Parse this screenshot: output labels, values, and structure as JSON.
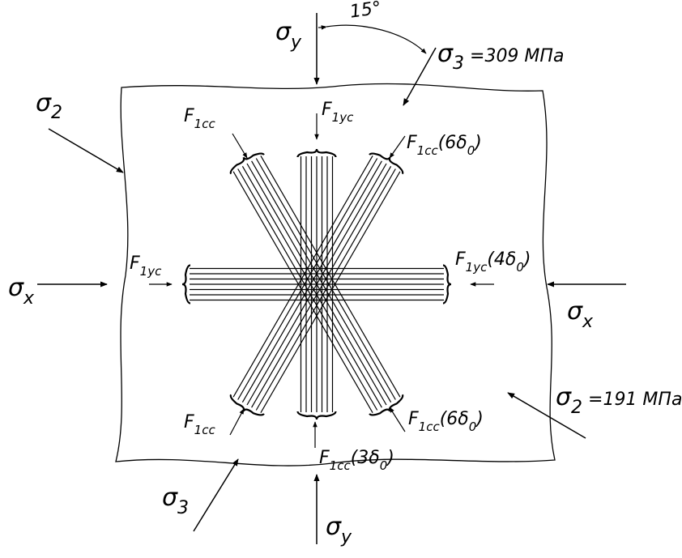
{
  "labels": {
    "sigma": "σ",
    "sub_y": "y",
    "sub_x": "x",
    "sub_2": "2",
    "sub_3": "3",
    "angle": "15°",
    "sigma3_value": " =309 МПа",
    "sigma2_value": " =191 МПа",
    "F": "F",
    "sub_1yc": "1yc",
    "sub_1cc": "1cc",
    "delta_6": "(6δ",
    "delta_4": "(4δ",
    "delta_3": "(3δ",
    "delta_sub0": "0",
    "paren_close": ")"
  },
  "colors": {
    "ink": "#000000",
    "background": "#ffffff"
  }
}
